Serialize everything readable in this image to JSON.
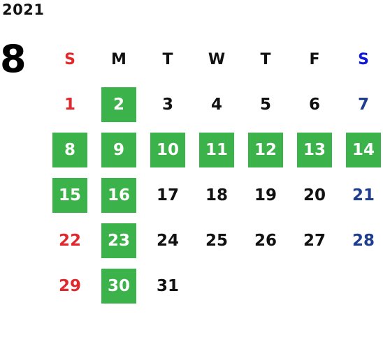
{
  "year": "2021",
  "month": "8",
  "weekdays": [
    "S",
    "M",
    "T",
    "W",
    "T",
    "F",
    "S"
  ],
  "days": [
    [
      "",
      "",
      "",
      "",
      "",
      "",
      ""
    ],
    [
      "1",
      "2",
      "3",
      "4",
      "5",
      "6",
      "7"
    ],
    [
      "8",
      "9",
      "10",
      "11",
      "12",
      "13",
      "14"
    ],
    [
      "15",
      "16",
      "17",
      "18",
      "19",
      "20",
      "21"
    ],
    [
      "22",
      "23",
      "24",
      "25",
      "26",
      "27",
      "28"
    ],
    [
      "29",
      "30",
      "31",
      "",
      "",
      "",
      ""
    ]
  ],
  "highlighted_days": [
    "2",
    "8",
    "9",
    "10",
    "11",
    "12",
    "13",
    "14",
    "15",
    "16",
    "23",
    "30"
  ],
  "colors": {
    "highlight": "#3cb34a",
    "sunday": "#e0282d",
    "saturday_header": "#1018d8",
    "saturday": "#1f3d8f"
  }
}
